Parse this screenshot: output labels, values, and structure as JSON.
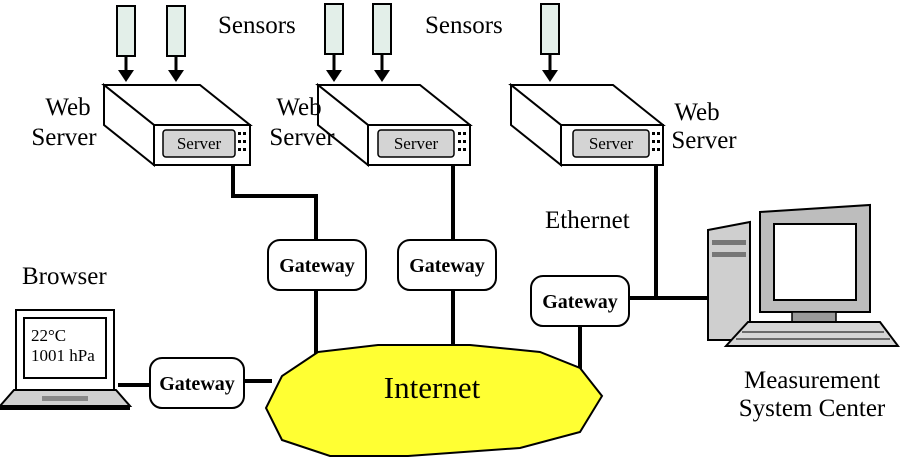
{
  "labels": {
    "sensors_left": "Sensors",
    "sensors_right": "Sensors",
    "web_server_1": [
      "Web",
      "Server"
    ],
    "web_server_2": [
      "Web",
      "Server"
    ],
    "web_server_3": [
      "Web",
      "Server"
    ],
    "ethernet": "Ethernet",
    "browser": "Browser",
    "internet": "Internet",
    "measurement_center": [
      "Measurement",
      "System Center"
    ]
  },
  "server_panel_label": "Server",
  "gateway_label": "Gateway",
  "browser_screen": {
    "temperature": "22°C",
    "pressure": "1001 hPa"
  },
  "colors": {
    "internet_fill": "#ffff33",
    "panel_fill": "#d4d4d4",
    "sensor_fill": "#e3efe9",
    "monitor_fill": "#bdbdbd"
  }
}
